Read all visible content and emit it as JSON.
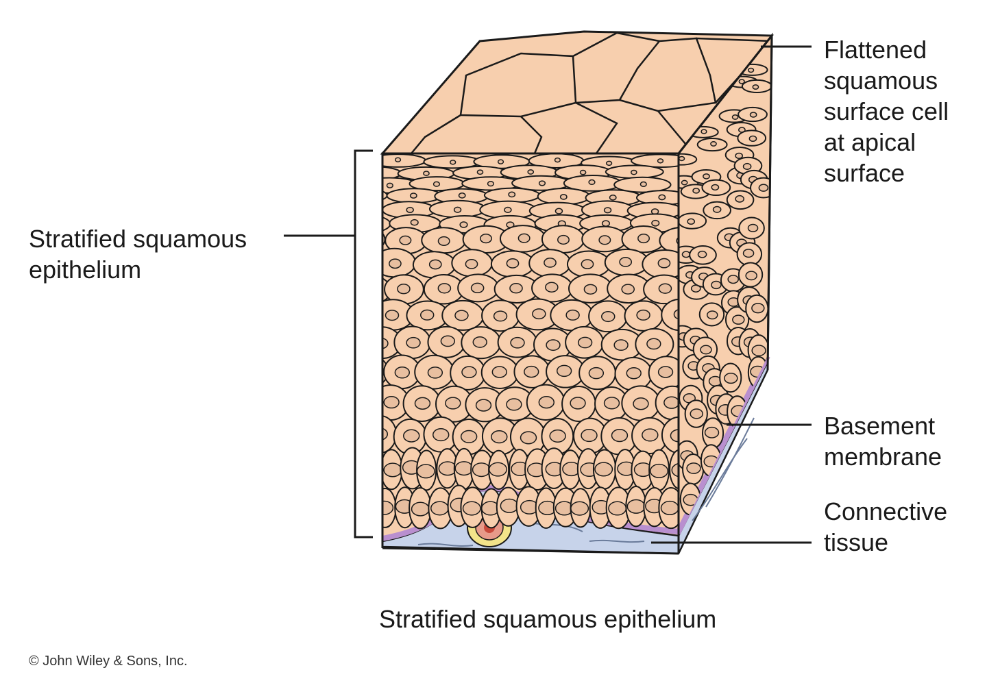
{
  "labels": {
    "apical_surface_cell": [
      "Flattened",
      "squamous",
      "surface cell",
      "at apical",
      "surface"
    ],
    "stratified_squamous": [
      "Stratified squamous",
      "epithelium"
    ],
    "basement_membrane": [
      "Basement",
      "membrane"
    ],
    "connective_tissue": [
      "Connective",
      "tissue"
    ]
  },
  "caption": "Stratified squamous epithelium",
  "copyright": "© John Wiley & Sons, Inc.",
  "colors": {
    "cell_fill": "#f7cfae",
    "cell_outline": "#1a1a1a",
    "basement_membrane": "#c8a8d8",
    "connective_tissue": "#c7d3ea",
    "vessel_outer": "#f3e48a",
    "vessel_middle": "#e79a8a",
    "vessel_core": "#c94a3c"
  }
}
